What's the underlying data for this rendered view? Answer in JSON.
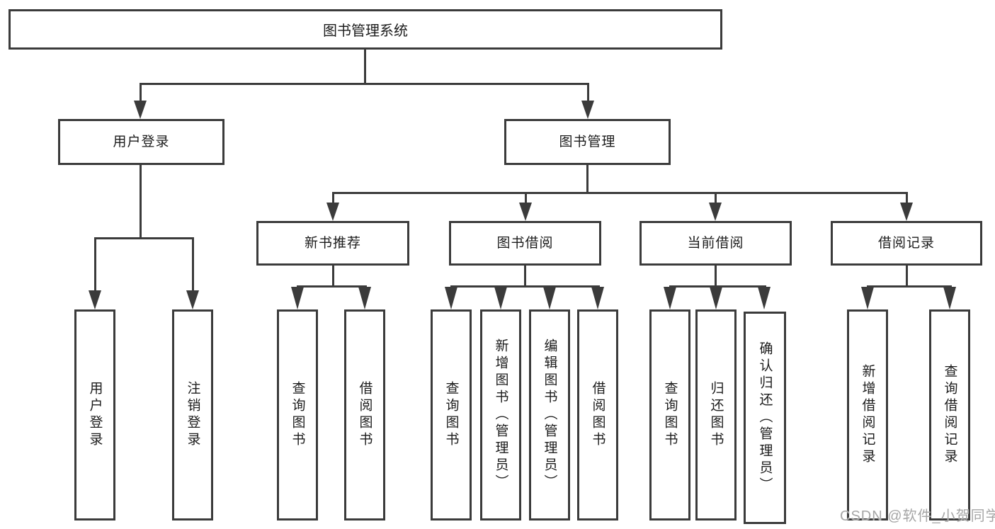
{
  "diagram": {
    "title": "图书管理系统",
    "watermark": "CSDN @软件_小贺同学",
    "level2": [
      {
        "label": "用户登录"
      },
      {
        "label": "图书管理"
      }
    ],
    "level3": [
      {
        "label": "新书推荐",
        "parent": "图书管理"
      },
      {
        "label": "图书借阅",
        "parent": "图书管理"
      },
      {
        "label": "当前借阅",
        "parent": "图书管理"
      },
      {
        "label": "借阅记录",
        "parent": "图书管理"
      }
    ],
    "leaves": [
      {
        "label": "用户登录",
        "parent": "用户登录"
      },
      {
        "label": "注销登录",
        "parent": "用户登录"
      },
      {
        "label": "查询图书",
        "parent": "新书推荐"
      },
      {
        "label": "借阅图书",
        "parent": "新书推荐"
      },
      {
        "label": "查询图书",
        "parent": "图书借阅"
      },
      {
        "label": "新增图书（管理员）",
        "parent": "图书借阅"
      },
      {
        "label": "编辑图书（管理员）",
        "parent": "图书借阅"
      },
      {
        "label": "借阅图书",
        "parent": "图书借阅"
      },
      {
        "label": "查询图书",
        "parent": "当前借阅"
      },
      {
        "label": "归还图书",
        "parent": "当前借阅"
      },
      {
        "label": "确认归还（管理员）",
        "parent": "当前借阅"
      },
      {
        "label": "新增借阅记录",
        "parent": "借阅记录"
      },
      {
        "label": "查询借阅记录",
        "parent": "借阅记录"
      }
    ],
    "colors": {
      "line": "#3b3b3b",
      "text": "#1c1c1c",
      "watermark": "#a6a6a6",
      "background": "#ffffff",
      "box_fill": "#ffffff"
    }
  }
}
